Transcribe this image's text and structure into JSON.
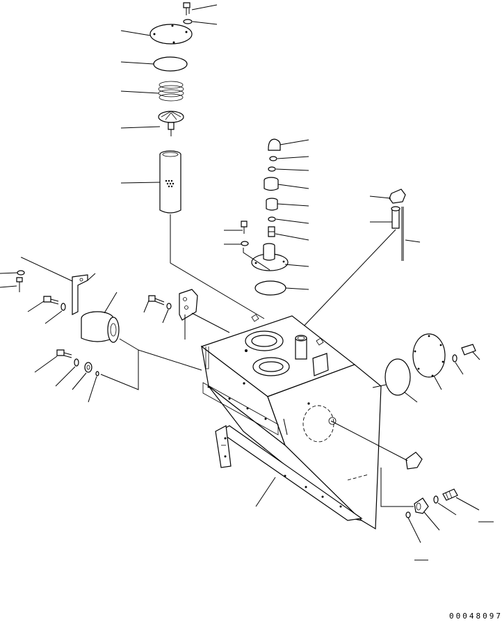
{
  "drawing_number": "00048097",
  "colors": {
    "line": "#000000",
    "background": "#ffffff"
  },
  "parts": [
    "cover-bolt",
    "cover-washer",
    "strainer-cover",
    "cover-o-ring",
    "spring",
    "valve-assembly",
    "strainer-element",
    "breather-cap",
    "breather-washer-1",
    "breather-washer-2",
    "breather-body",
    "breather-nut",
    "breather-o-ring",
    "breather-stem",
    "filler-flange",
    "filler-gasket",
    "level-gauge-plug",
    "level-gauge-pipe",
    "dipstick",
    "filter-bracket",
    "filter-cartridge",
    "mounting-bolts",
    "hydraulic-tank",
    "inspection-cover",
    "cover-gasket",
    "drain-plug",
    "drain-valve",
    "drain-hose-fitting"
  ]
}
